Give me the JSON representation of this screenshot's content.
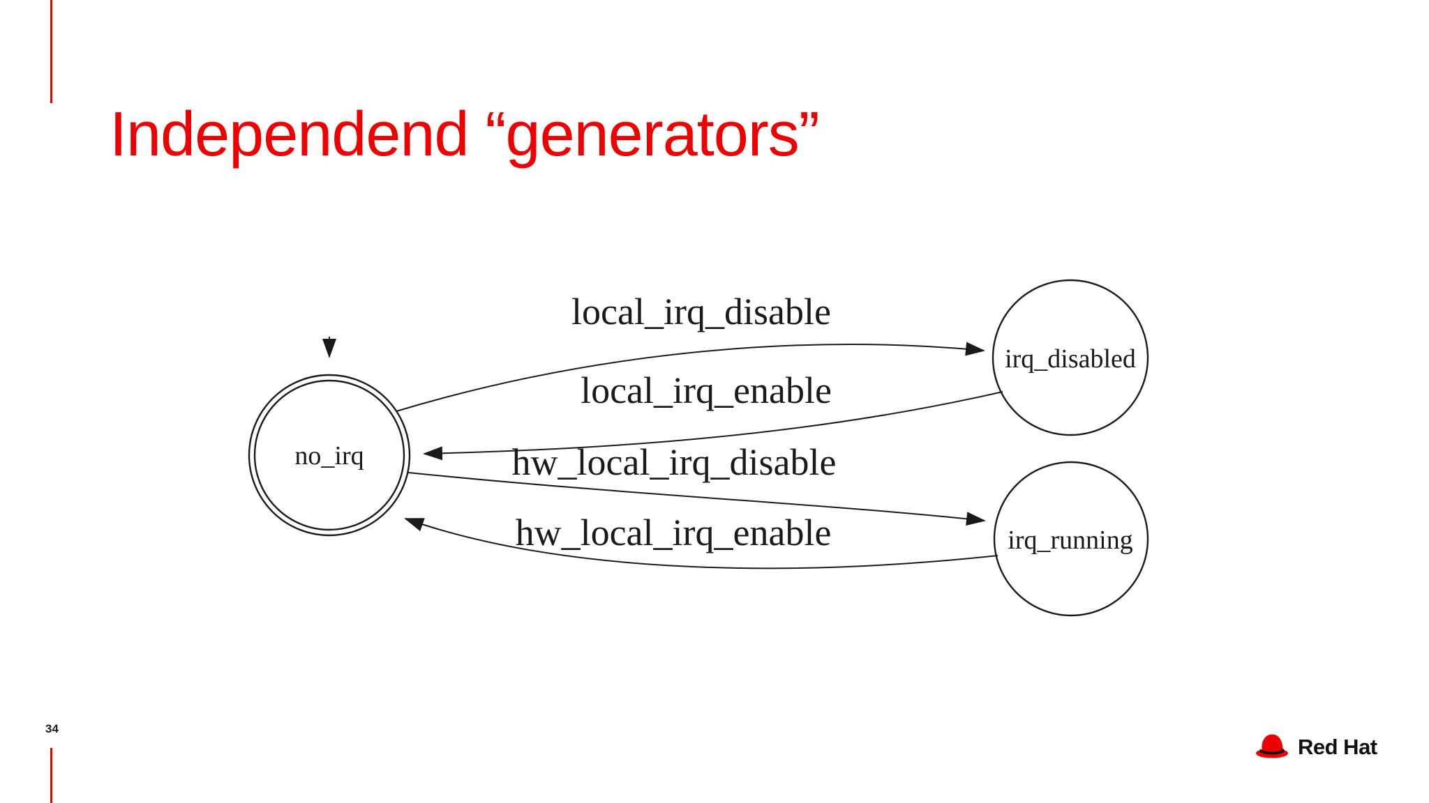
{
  "slide": {
    "title": "Independend “generators”",
    "page_number": "34",
    "accent_color": "#ee0000"
  },
  "logo": {
    "brand": "Red Hat",
    "icon": "red-fedora-hat-icon",
    "hat_color": "#ee0000",
    "band_color": "#151515"
  },
  "diagram": {
    "type": "state-machine",
    "states": [
      {
        "id": "no_irq",
        "label": "no_irq",
        "shape": "double-circle",
        "initial": true
      },
      {
        "id": "irq_disabled",
        "label": "irq_disabled",
        "shape": "circle",
        "initial": false
      },
      {
        "id": "irq_running",
        "label": "irq_running",
        "shape": "circle",
        "initial": false
      }
    ],
    "transitions": [
      {
        "from": "no_irq",
        "to": "irq_disabled",
        "label": "local_irq_disable"
      },
      {
        "from": "irq_disabled",
        "to": "no_irq",
        "label": "local_irq_enable"
      },
      {
        "from": "no_irq",
        "to": "irq_running",
        "label": "hw_local_irq_disable"
      },
      {
        "from": "irq_running",
        "to": "no_irq",
        "label": "hw_local_irq_enable"
      }
    ]
  }
}
